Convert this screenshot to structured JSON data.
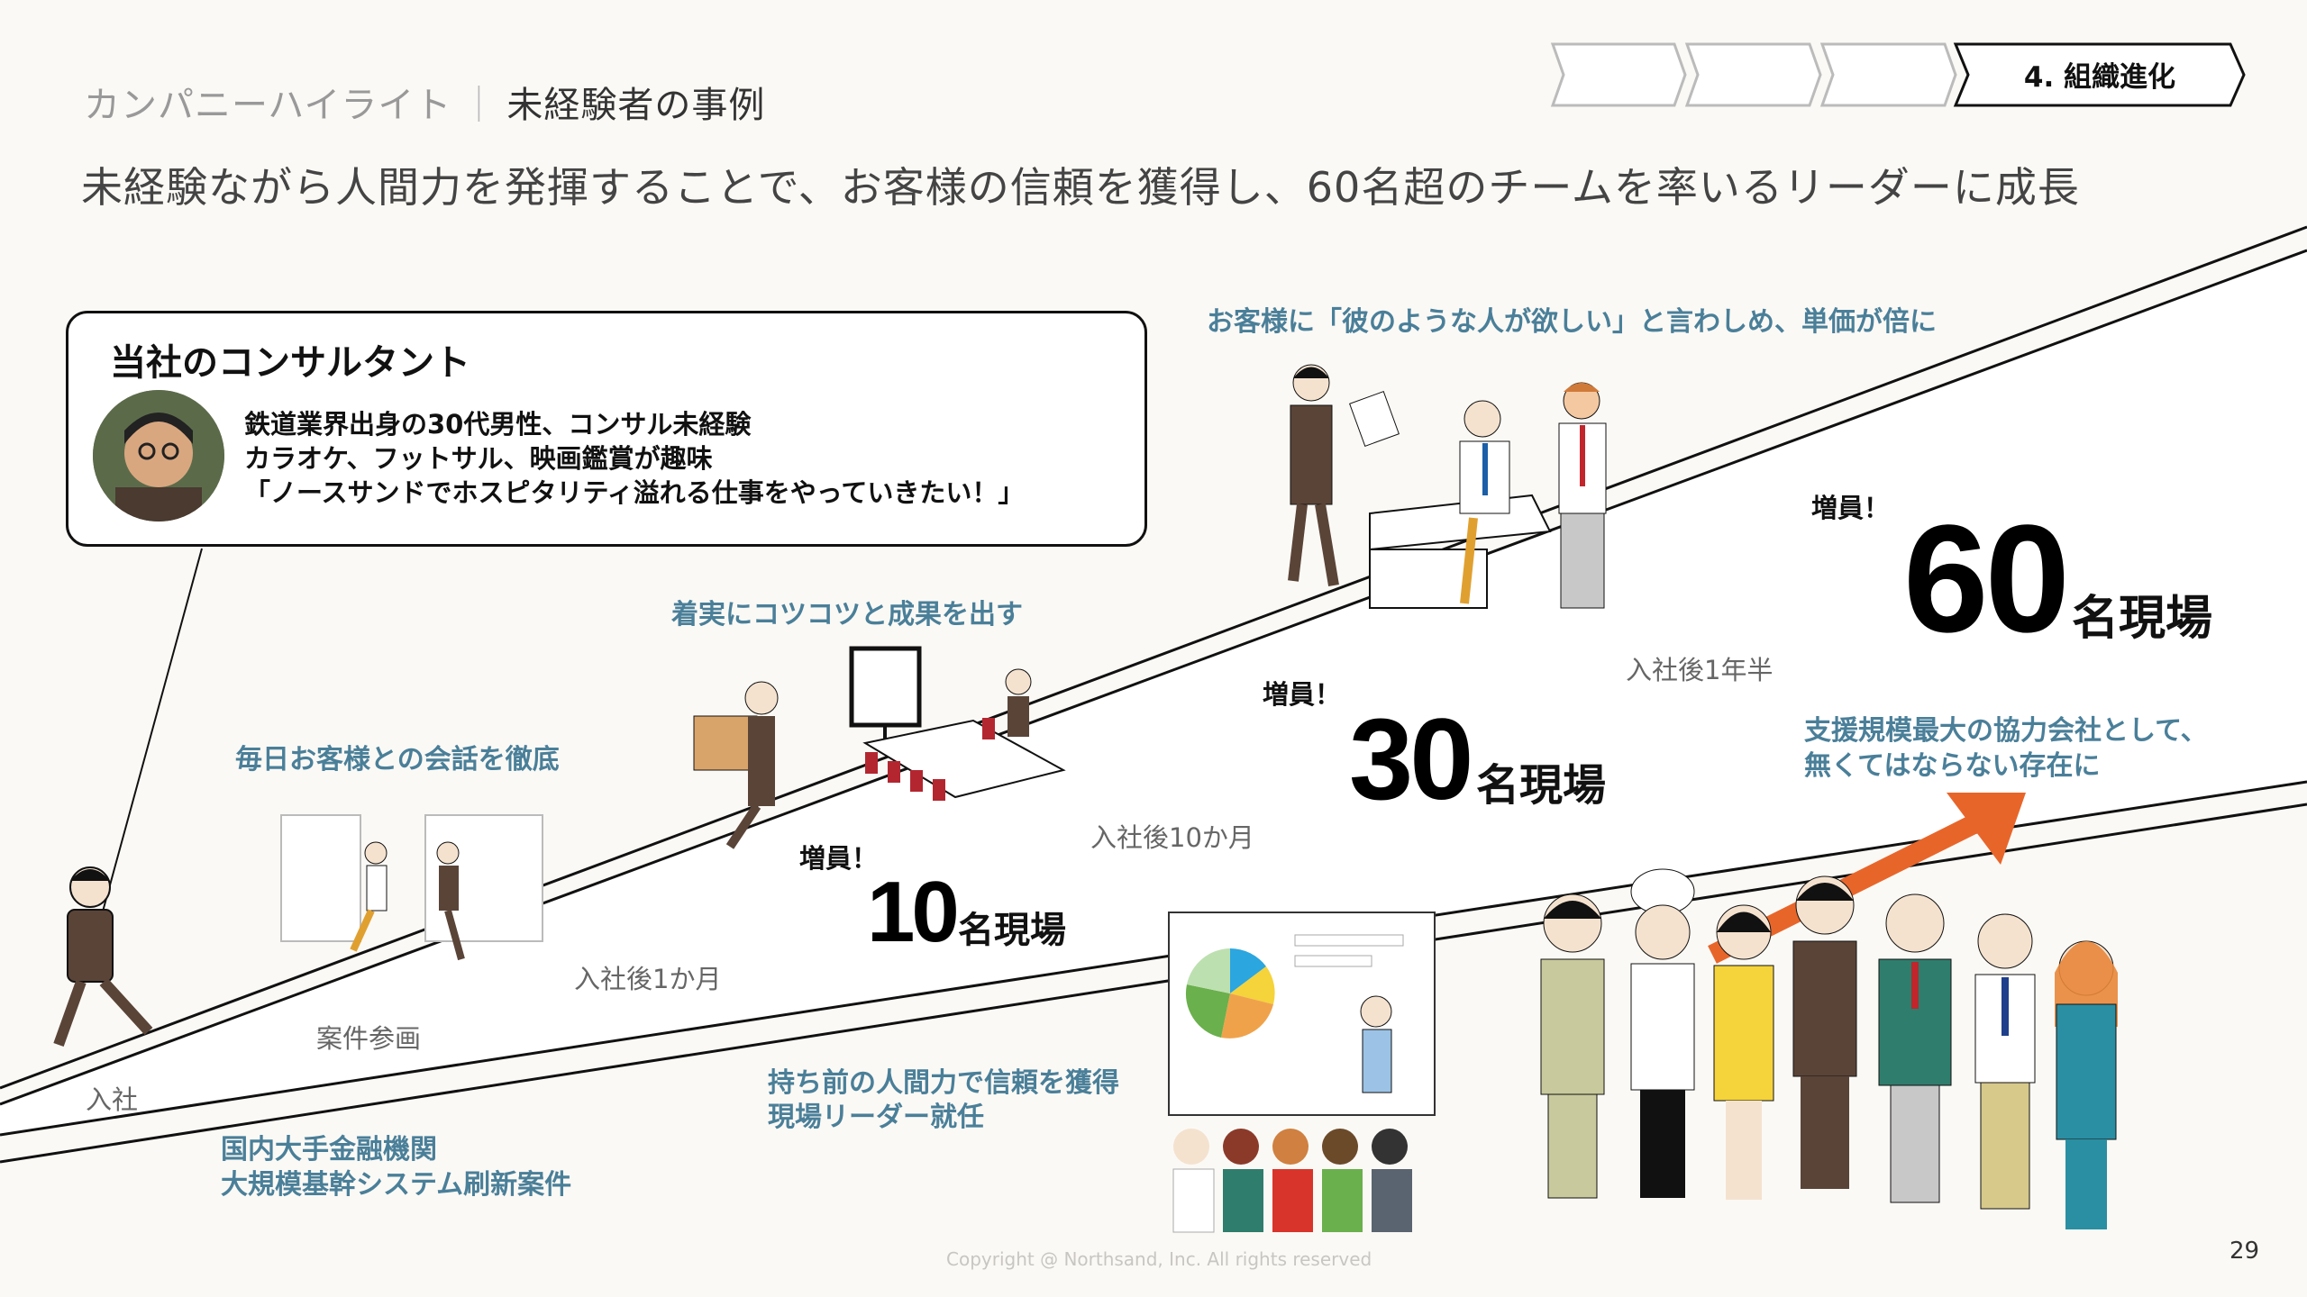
{
  "header": {
    "category": "カンパニーハイライト",
    "separator": "｜",
    "title": "未経験者の事例"
  },
  "subtitle": "未経験ながら人間力を発揮することで、お客様の信頼を獲得し、60名超のチームを率いるリーダーに成長",
  "steps": {
    "items": [
      "",
      "",
      "",
      "4. 組織進化"
    ],
    "active_index": 3
  },
  "profile": {
    "title": "当社のコンサルタント",
    "lines": [
      "鉄道業界出身の30代男性、コンサル未経験",
      "カラオケ、フットサル、映画鑑賞が趣味",
      "「ノースサンドでホスピタリティ溢れる仕事をやっていきたい！」"
    ]
  },
  "upper_track": {
    "captions": {
      "daily": "毎日お客様との会話を徹底",
      "steady": "着実にコツコツと成果を出す",
      "customer": "お客様に「彼のような人が欲しい」と言わしめ、単価が倍に"
    },
    "milestones": {
      "join": "入社",
      "project": "案件参画",
      "month1": "入社後1か月",
      "month10": "入社後10か月",
      "year15": "入社後1年半"
    }
  },
  "growth": [
    {
      "label": "増員！",
      "number": "10",
      "unit": "名現場"
    },
    {
      "label": "増員！",
      "number": "30",
      "unit": "名現場"
    },
    {
      "label": "増員！",
      "number": "60",
      "unit": "名現場"
    }
  ],
  "lower_track": {
    "project": [
      "国内大手金融機関",
      "大規模基幹システム刷新案件"
    ],
    "leader": [
      "持ち前の人間力で信頼を獲得",
      "現場リーダー就任"
    ],
    "partner": [
      "支援規模最大の協力会社として、",
      "無くてはならない存在に"
    ]
  },
  "colors": {
    "background": "#fbf9f5",
    "caption_blue": "#4a7f99",
    "arrow_orange": "#e8652a",
    "band": "#ffffff"
  },
  "footer": {
    "copyright": "Copyright @ Northsand, Inc. All rights reserved",
    "page": "29"
  }
}
